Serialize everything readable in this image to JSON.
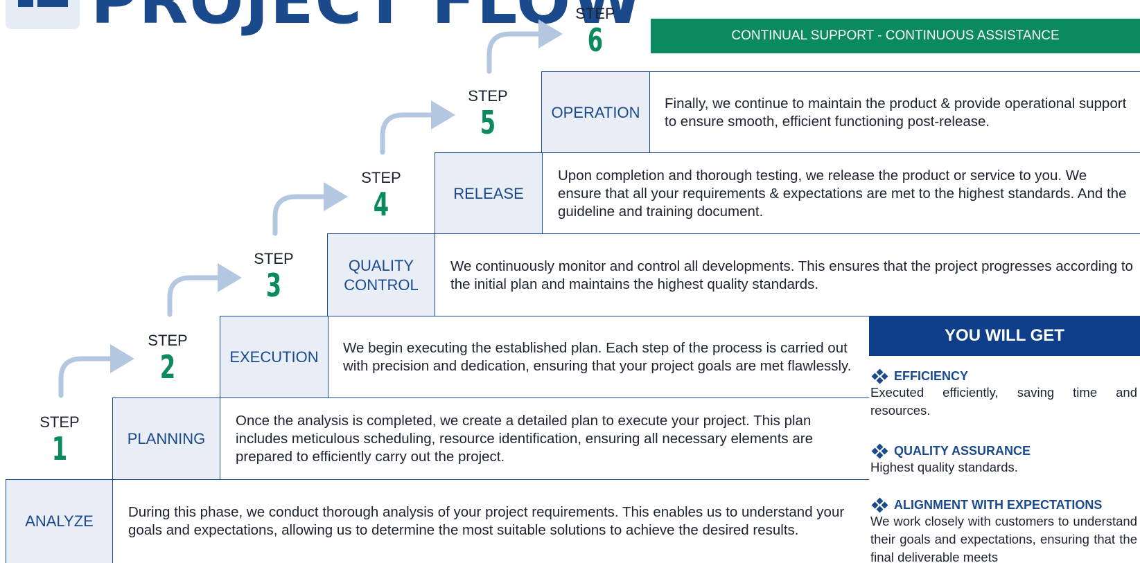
{
  "header": {
    "title": "PROJECT FLOW"
  },
  "support_banner": "CONTINUAL SUPPORT - CONTINUOUS ASSISTANCE",
  "step_word": "STEP",
  "steps": [
    {
      "number": "1",
      "label": "ANALYZE",
      "description": "During this phase, we conduct thorough analysis of your project requirements. This enables us to understand your goals and expectations, allowing us to determine the most suitable solutions to achieve the desired results."
    },
    {
      "number": "2",
      "label": "PLANNING",
      "description": "Once the analysis is completed, we create a detailed plan to execute your project. This plan includes meticulous scheduling, resource identification, ensuring all necessary elements are prepared to efficiently carry out the project."
    },
    {
      "number": "3",
      "label": "EXECUTION",
      "description": "We begin executing the established plan. Each step of the process is carried out with precision and dedication, ensuring that your project goals are met flawlessly."
    },
    {
      "number": "4",
      "label": "QUALITY CONTROL",
      "description": "We continuously monitor and control all developments. This ensures that the project progresses according to the initial plan and maintains the highest quality standards."
    },
    {
      "number": "5",
      "label": "RELEASE",
      "description": "Upon completion and thorough testing, we release the product or service to you. We ensure that all your requirements & expectations are met to the highest standards. And the guideline and training document."
    },
    {
      "number": "6",
      "label": "OPERATION",
      "description": "Finally, we continue to maintain the product & provide operational support to ensure smooth, efficient functioning post-release."
    }
  ],
  "benefits": {
    "title": "YOU WILL GET",
    "items": [
      {
        "title": "EFFICIENCY",
        "description": "Executed efficiently, saving time and resources."
      },
      {
        "title": "QUALITY ASSURANCE",
        "description": "Highest quality standards."
      },
      {
        "title": "ALIGNMENT WITH EXPECTATIONS",
        "description": "We work closely with customers to understand their goals and expectations, ensuring that the final deliverable meets"
      }
    ]
  },
  "colors": {
    "navy": "#1a4a8c",
    "green": "#0a8a5e",
    "light_blue_arrow": "#b4c7e0",
    "purple_arrow": "#c29ef0",
    "label_fill": "#e9edf6"
  },
  "icons": {
    "logo": "flow-logo-icon",
    "benefit_bullet": "four-diamond-icon"
  }
}
